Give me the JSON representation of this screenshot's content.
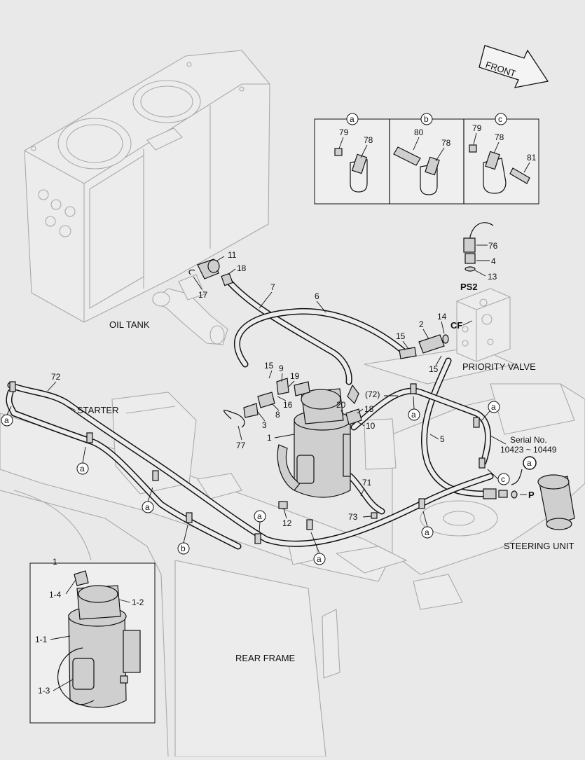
{
  "labels": {
    "front": "FRONT",
    "oil_tank": "OIL TANK",
    "starter": "STARTER",
    "priority_valve": "PRIORITY VALVE",
    "steering_unit": "STEERING UNIT",
    "rear_frame": "REAR FRAME",
    "serial_title": "Serial No.",
    "serial_range": "10423 ~ 10449",
    "ps2": "PS2",
    "cf": "CF",
    "p": "P"
  },
  "detail_boxes": {
    "a": {
      "letter": "a",
      "parts": [
        "79",
        "78"
      ]
    },
    "b": {
      "letter": "b",
      "parts": [
        "80",
        "78"
      ]
    },
    "c": {
      "letter": "c",
      "parts": [
        "79",
        "78",
        "81"
      ]
    }
  },
  "inset": {
    "title": "1",
    "parts": [
      "1-4",
      "1-2",
      "1-1",
      "1-3"
    ]
  },
  "callouts": {
    "c76": "76",
    "c4": "4",
    "c13": "13",
    "c11": "11",
    "c18a": "18",
    "c17": "17",
    "c7": "7",
    "c6": "6",
    "c2": "2",
    "c14": "14",
    "c15a": "15",
    "c15b": "15",
    "c15c": "15",
    "c9": "9",
    "c19": "19",
    "c16": "16",
    "c8": "8",
    "c3": "3",
    "c77": "77",
    "c1": "1",
    "c20": "20",
    "c18b": "18",
    "c10": "10",
    "c72": "72",
    "c72p": "(72)",
    "c5": "5",
    "c71": "71",
    "c12": "12",
    "c73": "73"
  },
  "clip_refs": [
    "a",
    "a",
    "a",
    "a",
    "a",
    "a",
    "a",
    "b",
    "a",
    "c",
    "a"
  ]
}
